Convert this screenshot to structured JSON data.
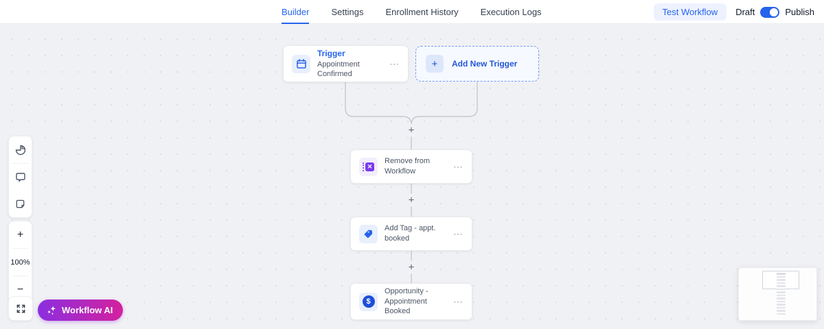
{
  "header": {
    "tabs": [
      {
        "label": "Builder",
        "active": true
      },
      {
        "label": "Settings",
        "active": false
      },
      {
        "label": "Enrollment History",
        "active": false
      },
      {
        "label": "Execution Logs",
        "active": false
      }
    ],
    "test_workflow_label": "Test Workflow",
    "draft_label": "Draft",
    "publish_label": "Publish",
    "toggle_state": "on"
  },
  "canvas": {
    "trigger_node": {
      "title": "Trigger",
      "subtitle": "Appointment Confirmed",
      "icon": "calendar-icon",
      "menu_glyph": "⋯"
    },
    "add_new_trigger": {
      "label": "Add New Trigger",
      "plus_glyph": "+"
    },
    "action_nodes": [
      {
        "label": "Remove from Workflow",
        "icon": "remove-from-workflow-icon",
        "accent": "#7c3aed",
        "menu_glyph": "⋯",
        "x_glyph": "✕"
      },
      {
        "label": "Add Tag - appt. booked",
        "icon": "tag-icon",
        "accent": "#2563eb",
        "menu_glyph": "⋯"
      },
      {
        "label": "Opportunity - Appointment Booked",
        "icon": "dollar-icon",
        "accent": "#1d4ed8",
        "menu_glyph": "⋯",
        "dollar_glyph": "$"
      }
    ],
    "add_step_glyph": "+"
  },
  "toolbar": {
    "icons": [
      "pie-chart-icon",
      "comment-icon",
      "notes-icon"
    ],
    "zoom_in_glyph": "+",
    "zoom_level": "100%",
    "zoom_out_glyph": "−",
    "fullscreen_icon": "expand-icon"
  },
  "workflow_ai": {
    "label": "Workflow AI",
    "icon": "sparkles-icon"
  },
  "colors": {
    "accent_blue": "#2563eb",
    "accent_purple": "#7c3aed",
    "accent_magenta_gradient": [
      "#8b2fe0",
      "#d4219e"
    ],
    "canvas_bg": "#f0f1f4",
    "card_bg": "#ffffff"
  }
}
